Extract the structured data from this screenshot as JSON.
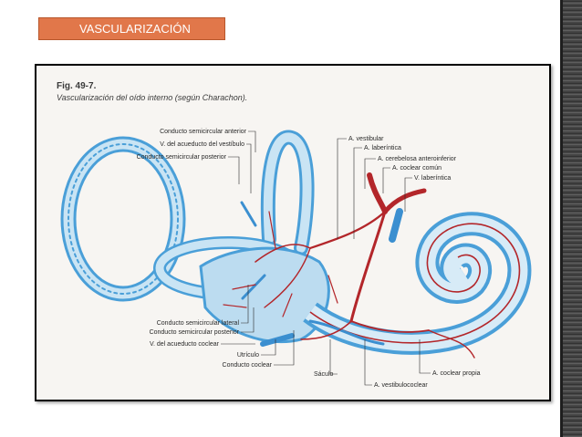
{
  "slide": {
    "title": "VASCULARIZACIÓN"
  },
  "figure": {
    "number": "Fig. 49-7.",
    "caption": "Vascularización del oído interno (según Charachon)."
  },
  "labels_left": {
    "top": [
      "Conducto semicircular anterior",
      "V. del acueducto del vestíbulo",
      "Conducto semicircular posterior"
    ],
    "bottom": [
      "Conducto semicircular lateral",
      "Conducto semicircular posterior",
      "V. del acueducto coclear",
      "Utrículo",
      "Conducto coclear"
    ]
  },
  "labels_right": {
    "top": [
      "A. vestibular",
      "A. laberíntica",
      "A. cerebelosa anteroinferior",
      "A. coclear común",
      "V. laberíntica"
    ],
    "bottom": [
      "Sáculo",
      "A. coclear propia",
      "A. vestibulococlear"
    ]
  },
  "colors": {
    "title_bg": "#e1774a",
    "vein_blue": "#4a9fd8",
    "canal_fill": "#bcdcf0",
    "artery_red": "#b3262a"
  },
  "icons": {
    "sidebar": "decorative-scratch-strip"
  }
}
